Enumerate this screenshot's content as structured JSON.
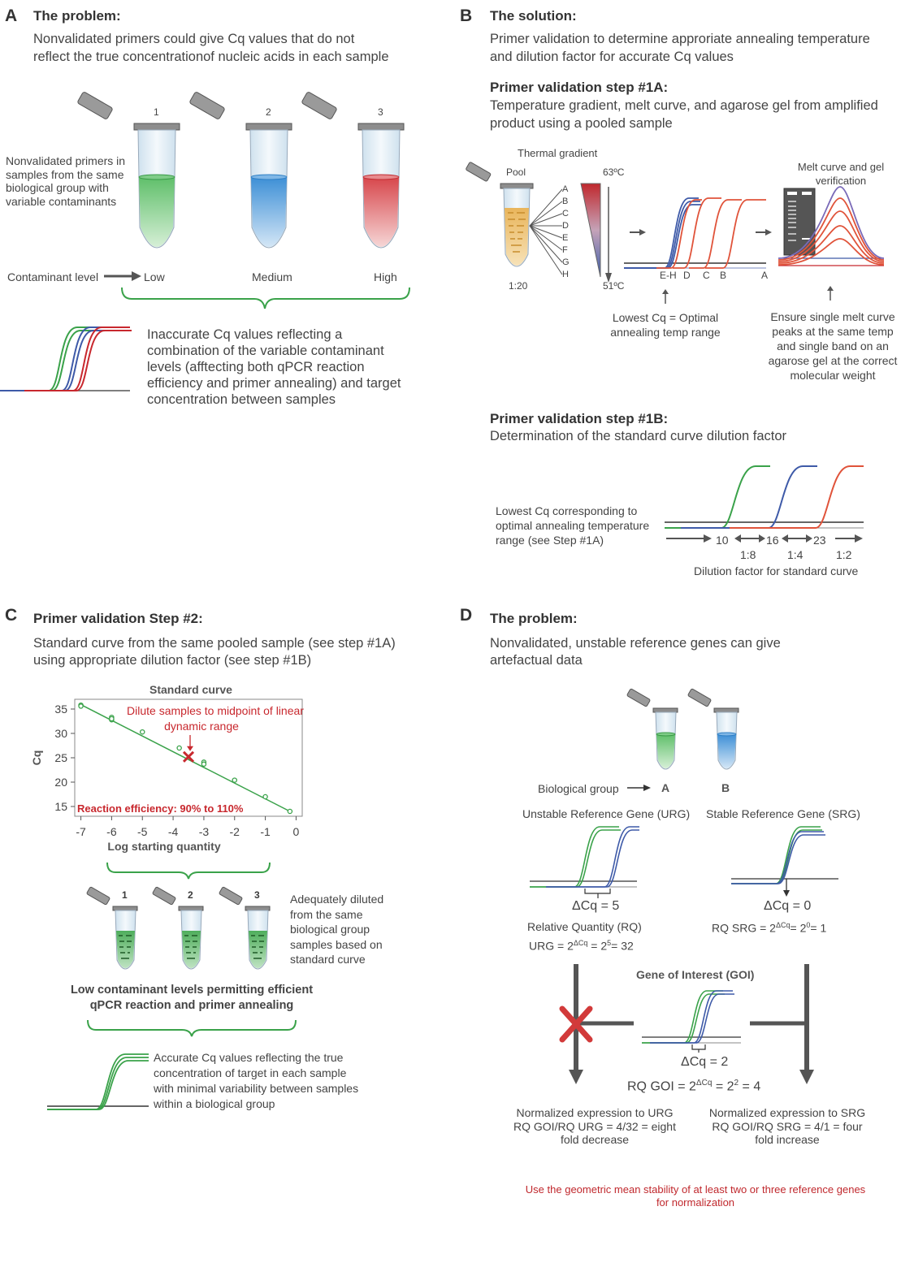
{
  "panel_a": {
    "letter": "A",
    "title": "The problem:",
    "text_line1": "Nonvalidated primers could give Cq values that do not",
    "text_line2": "reflect the true concentrationof nucleic acids in each sample",
    "tube_labels": [
      "1",
      "2",
      "3"
    ],
    "side_label": [
      "Nonvalidated primers in",
      "samples from the same",
      "biological group with",
      "variable contaminants"
    ],
    "contaminant_label": "Contaminant level",
    "levels": [
      "Low",
      "Medium",
      "High"
    ],
    "result_text": [
      "Inaccurate Cq values reflecting a",
      "combination of the variable contaminant",
      "levels (afftecting both qPCR reaction",
      "efficiency and primer annealing) and target",
      "concentration between samples"
    ]
  },
  "panel_b": {
    "letter": "B",
    "title": "The solution:",
    "text_line1": "Primer validation to determine approriate annealing temperature",
    "text_line2": "and dilution factor for accurate Cq values",
    "step1a_title": "Primer validation step #1A:",
    "step1a_line1": "Temperature gradient, melt curve, and agarose gel from amplified",
    "step1a_line2": "product using a pooled sample",
    "thermal_gradient": "Thermal gradient",
    "pool": "Pool",
    "temp_high": "63ºC",
    "temp_low": "51ºC",
    "wells": [
      "A",
      "B",
      "C",
      "D",
      "E",
      "F",
      "G",
      "H"
    ],
    "pool_dilution": "1:20",
    "melt_title": [
      "Melt curve and gel",
      "verification"
    ],
    "curve_labels": [
      "E-H",
      "D",
      "C",
      "B",
      "A"
    ],
    "lowest_cq": [
      "Lowest Cq = Optimal",
      "annealing temp range"
    ],
    "ensure_text": [
      "Ensure single melt curve",
      "peaks at the same temp",
      "and single band on an",
      "agarose gel at the correct",
      "molecular weight"
    ],
    "step1b_title": "Primer validation step #1B:",
    "step1b_text": "Determination of the standard curve dilution factor",
    "lowest_cq_b": [
      "Lowest Cq corresponding to",
      "optimal annealing temperature",
      "range (see Step #1A)"
    ],
    "cq_values": [
      "10",
      "16",
      "23"
    ],
    "dilutions": [
      "1:8",
      "1:4",
      "1:2"
    ],
    "dilution_caption": "Dilution factor for standard curve"
  },
  "panel_c": {
    "letter": "C",
    "title": "Primer validation Step #2:",
    "text_line1": "Standard curve from the same pooled sample (see step #1A)",
    "text_line2": "using appropriate dilution factor (see step #1B)",
    "tube_labels": [
      "1",
      "2",
      "3"
    ],
    "diluted_text": [
      "Adequately diluted",
      "from the same",
      "biological group",
      "samples based on",
      "standard curve"
    ],
    "low_contaminant": [
      "Low contaminant levels permitting efficient",
      "qPCR reaction and primer annealing"
    ],
    "accurate_text": [
      "Accurate Cq values reflecting the true",
      "concentration of target in each sample",
      "with minimal variability between samples",
      "within a biological group"
    ]
  },
  "chart_data": {
    "type": "scatter",
    "title": "Standard curve",
    "xlabel": "Log starting quantity",
    "ylabel": "Cq",
    "xlim": [
      -7.2,
      0.2
    ],
    "ylim": [
      13,
      37
    ],
    "xticks": [
      "-7",
      "-6",
      "-5",
      "-4",
      "-3",
      "-2",
      "-1",
      "0"
    ],
    "yticks": [
      "35",
      "30",
      "25",
      "20",
      "15"
    ],
    "series": [
      {
        "x": [
          -7,
          -7,
          -6,
          -6,
          -6,
          -5,
          -3.8,
          -3,
          -3,
          -2,
          -1,
          -0.2
        ],
        "y": [
          35.8,
          35.6,
          33.3,
          32.8,
          33.0,
          30.3,
          27.0,
          24.1,
          23.7,
          20.4,
          17.0,
          14.0
        ]
      }
    ],
    "fit_line": {
      "x": [
        -7,
        -0.2
      ],
      "y": [
        35.9,
        14.0
      ]
    },
    "marker": {
      "x": -3.5,
      "y": 25.2
    },
    "annotation": [
      "Dilute samples to midpoint of linear",
      "dynamic range"
    ],
    "efficiency_label": "Reaction efficiency: 90% to 110%",
    "grid": false
  },
  "panel_d": {
    "letter": "D",
    "title": "The problem:",
    "text_line1": "Nonvalidated, unstable reference genes can give",
    "text_line2": "artefactual data",
    "biological_group": "Biological group",
    "groups": [
      "A",
      "B"
    ],
    "urg_title": "Unstable Reference Gene (URG)",
    "srg_title": "Stable Reference Gene (SRG)",
    "urg_dcq": "ΔCq = 5",
    "rq_label": "Relative Quantity (RQ)",
    "urg_formula": "URG = 2ΔCq = 25= 32",
    "srg_dcq": "ΔCq = 0",
    "srg_formula": "RQ SRG = 2ΔCq= 20= 1",
    "goi_title": "Gene of Interest (GOI)",
    "goi_dcq": "ΔCq = 2",
    "goi_formula": "RQ GOI = 2ΔCq = 22 = 4",
    "norm_urg": [
      "Normalized expression to URG",
      "RQ GOI/RQ URG = 4/32 = eight",
      "fold decrease"
    ],
    "norm_srg": [
      "Normalized expression  to SRG",
      "RQ GOI/RQ SRG = 4/1 = four",
      "fold increase"
    ],
    "footer": [
      "Use the geometric mean stability of at least two or three reference genes",
      "for normalization"
    ]
  },
  "colors": {
    "green": "#3aa24a",
    "blue": "#3e5aa8",
    "red": "#c8282e",
    "orange_red": "#e0533a",
    "dark_gray": "#555555"
  }
}
